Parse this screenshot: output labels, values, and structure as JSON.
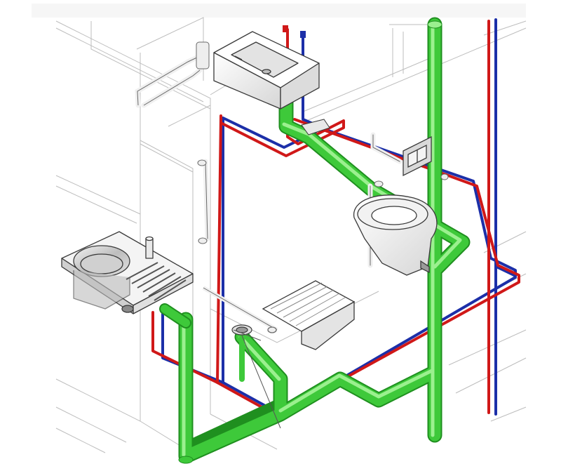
{
  "diagram": {
    "kind": "isometric plumbing schematic",
    "legend": [],
    "colors": {
      "drainage": "#3ec93a",
      "drainage_dark": "#1f8f1f",
      "drainage_light": "#9bf08f",
      "hot_water": "#d01818",
      "cold_water": "#1c2fa8",
      "fixture": "#f2f2f2",
      "fixture_edge": "#3a3a3a",
      "building_line": "#bdbdbd"
    },
    "components": [
      {
        "id": "wash-basin",
        "type": "fixture",
        "icon": "wash-basin-icon"
      },
      {
        "id": "grab-bar-top",
        "type": "fixture",
        "icon": "grab-bar-icon"
      },
      {
        "id": "grab-bar-left",
        "type": "fixture",
        "icon": "grab-bar-icon"
      },
      {
        "id": "grab-bar-right",
        "type": "fixture",
        "icon": "grab-bar-icon"
      },
      {
        "id": "flush-plate",
        "type": "fixture",
        "icon": "flush-plate-icon"
      },
      {
        "id": "toilet",
        "type": "fixture",
        "icon": "toilet-icon"
      },
      {
        "id": "shower-seat",
        "type": "fixture",
        "icon": "shower-seat-icon"
      },
      {
        "id": "kitchen-sink",
        "type": "fixture",
        "icon": "sink-icon"
      },
      {
        "id": "floor-drain",
        "type": "fixture",
        "icon": "floor-drain-icon"
      },
      {
        "id": "drain-stack",
        "type": "pipe",
        "system": "drainage"
      },
      {
        "id": "hot-riser",
        "type": "pipe",
        "system": "hot_water"
      },
      {
        "id": "cold-riser",
        "type": "pipe",
        "system": "cold_water"
      }
    ]
  }
}
